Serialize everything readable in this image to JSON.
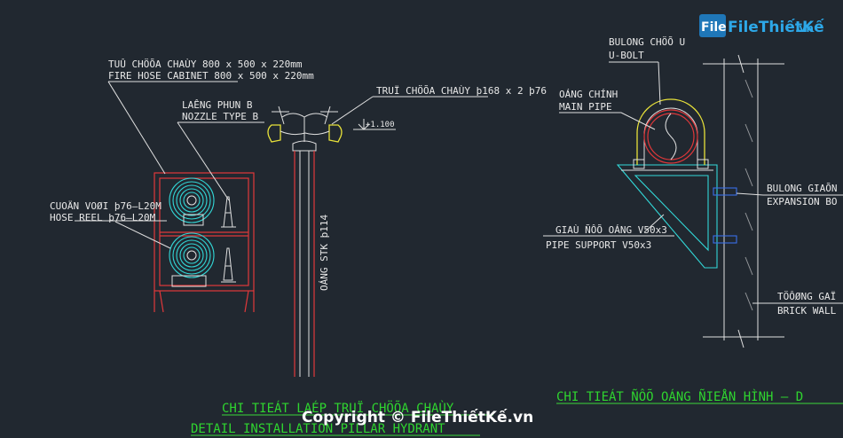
{
  "logo": {
    "brand": "FileThiếtKế",
    "suffix": ".vn"
  },
  "left_detail": {
    "cabinet_vn": "TUÛ CHÖÕA CHAÙY 800 x 500 x 220mm",
    "cabinet_en": "FIRE HOSE CABINET 800 x 500 x 220mm",
    "nozzle_vn": "LAÊNG PHUN B",
    "nozzle_en": "NOZZLE TYPE B",
    "reel_vn": "CUOÄN VOØI þ76–L20M",
    "reel_en": "HOSE REEL þ76–L20M",
    "hydrant_label": "TRUÏ CHÖÕA CHAÙY þ168 x 2 þ76",
    "level_mark": "+1.100",
    "pipe_label": "OÁNG STK þ114",
    "title_vn": "CHI TIEÁT LAÉP TRUÏ CHÖÕA CHAÙY",
    "title_en": "DETAIL INSTALLATION PILLAR HYDRANT"
  },
  "right_detail": {
    "ubolt_vn": "BULONG CHÖÕ U",
    "ubolt_en": "U-BOLT",
    "main_vn": "OÁNG CHÍNH",
    "main_en": "MAIN PIPE",
    "exp_vn": "BULONG GIAÕN",
    "exp_en": "EXPANSION BO",
    "support_vn": "GIAÙ ÑÔÕ OÁNG V50x3",
    "support_en": "PIPE SUPPORT V50x3",
    "wall_vn": "TÖÔØNG GAÏ",
    "wall_en": "BRICK WALL",
    "title_vn": "CHI TIEÁT ÑÔÕ OÁNG ÑIEÅN HÌNH – D"
  },
  "watermark": "Copyright © FileThiếtKế.vn"
}
